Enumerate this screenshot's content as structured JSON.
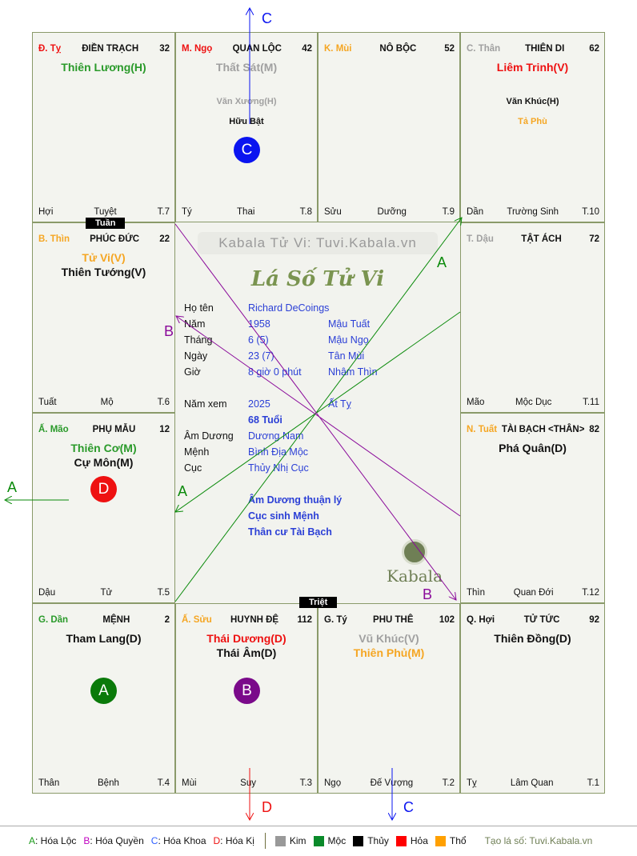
{
  "palaces": [
    {
      "can": "Đ. Tỵ",
      "can_color": "#ee1111",
      "name": "ĐIỀN TRẠCH",
      "num": "32",
      "major": [
        {
          "t": "Thiên Lương(H)",
          "c": "#2a9a2a"
        }
      ],
      "minor": [],
      "badge": null,
      "branch": "Hợi",
      "stage": "Tuyệt",
      "month": "T.7"
    },
    {
      "can": "M. Ngọ",
      "can_color": "#ee1111",
      "name": "QUAN LỘC",
      "num": "42",
      "major": [
        {
          "t": "Thất Sát(M)",
          "c": "#a0a0a0"
        }
      ],
      "minor": [
        {
          "t": "Văn Xương(H)",
          "c": "#a0a0a0"
        },
        {
          "t": "Hữu Bật",
          "c": "#111111"
        }
      ],
      "badge": {
        "t": "C",
        "c": "#0a14f0"
      },
      "branch": "Tý",
      "stage": "Thai",
      "month": "T.8"
    },
    {
      "can": "K. Mùi",
      "can_color": "#f5a623",
      "name": "NÔ BỘC",
      "num": "52",
      "major": [],
      "minor": [],
      "badge": null,
      "branch": "Sửu",
      "stage": "Dưỡng",
      "month": "T.9"
    },
    {
      "can": "C. Thân",
      "can_color": "#a0a0a0",
      "name": "THIÊN DI",
      "num": "62",
      "major": [
        {
          "t": "Liêm Trinh(V)",
          "c": "#ee1111"
        }
      ],
      "minor": [
        {
          "t": "Văn Khúc(H)",
          "c": "#111111"
        },
        {
          "t": "Tả Phù",
          "c": "#f5a623"
        }
      ],
      "badge": null,
      "branch": "Dần",
      "stage": "Trường Sinh",
      "month": "T.10"
    },
    {
      "can": "B. Thìn",
      "can_color": "#f5a623",
      "name": "PHÚC ĐỨC",
      "num": "22",
      "major": [
        {
          "t": "Tử Vi(V)",
          "c": "#f5a623"
        },
        {
          "t": "Thiên Tướng(V)",
          "c": "#111111"
        }
      ],
      "minor": [],
      "badge": null,
      "branch": "Tuất",
      "stage": "Mộ",
      "month": "T.6"
    },
    {
      "can": "T. Dậu",
      "can_color": "#a0a0a0",
      "name": "TẬT ÁCH",
      "num": "72",
      "major": [],
      "minor": [],
      "badge": null,
      "branch": "Mão",
      "stage": "Mộc Dục",
      "month": "T.11"
    },
    {
      "can": "Ấ. Mão",
      "can_color": "#2a9a2a",
      "name": "PHỤ MẪU",
      "num": "12",
      "major": [
        {
          "t": "Thiên Cơ(M)",
          "c": "#2a9a2a"
        },
        {
          "t": "Cự Môn(M)",
          "c": "#111111"
        }
      ],
      "minor": [],
      "badge": {
        "t": "D",
        "c": "#ee1111"
      },
      "branch": "Dậu",
      "stage": "Tử",
      "month": "T.5"
    },
    {
      "can": "N. Tuất",
      "can_color": "#f5a623",
      "name": "TÀI BẠCH <THÂN>",
      "num": "82",
      "major": [
        {
          "t": "Phá Quân(D)",
          "c": "#111111"
        }
      ],
      "minor": [],
      "badge": null,
      "branch": "Thìn",
      "stage": "Quan Đới",
      "month": "T.12"
    },
    {
      "can": "G. Dần",
      "can_color": "#2a9a2a",
      "name": "MỆNH",
      "num": "2",
      "major": [
        {
          "t": "Tham Lang(D)",
          "c": "#111111"
        }
      ],
      "minor": [],
      "badge": {
        "t": "A",
        "c": "#0a7a0a"
      },
      "branch": "Thân",
      "stage": "Bệnh",
      "month": "T.4"
    },
    {
      "can": "Ấ. Sửu",
      "can_color": "#f5a623",
      "name": "HUYNH ĐỆ",
      "num": "112",
      "major": [
        {
          "t": "Thái Dương(D)",
          "c": "#ee1111"
        },
        {
          "t": "Thái Âm(D)",
          "c": "#111111"
        }
      ],
      "minor": [],
      "badge": {
        "t": "B",
        "c": "#7a0a8a"
      },
      "branch": "Mùi",
      "stage": "Suy",
      "month": "T.3"
    },
    {
      "can": "G. Tý",
      "can_color": "#111111",
      "name": "PHU THÊ",
      "num": "102",
      "major": [
        {
          "t": "Vũ Khúc(V)",
          "c": "#a0a0a0"
        },
        {
          "t": "Thiên Phủ(M)",
          "c": "#f5a623"
        }
      ],
      "minor": [],
      "badge": null,
      "branch": "Ngọ",
      "stage": "Đế Vượng",
      "month": "T.2"
    },
    {
      "can": "Q. Hợi",
      "can_color": "#111111",
      "name": "TỬ TỨC",
      "num": "92",
      "major": [
        {
          "t": "Thiên Đồng(D)",
          "c": "#111111"
        }
      ],
      "minor": [],
      "badge": null,
      "branch": "Tỵ",
      "stage": "Lâm Quan",
      "month": "T.1"
    }
  ],
  "tags": {
    "tuan": "Tuần",
    "triet": "Triệt"
  },
  "center": {
    "watermark": "Kabala Tử Vi: Tuvi.Kabala.vn",
    "title": "Lá Số Tử Vi",
    "rows": [
      {
        "k": "Họ tên",
        "v": "Richard DeCoings",
        "v2": ""
      },
      {
        "k": "Năm",
        "v": "1958",
        "v2": "Mậu Tuất"
      },
      {
        "k": "Tháng",
        "v": "6  (5)",
        "v2": "Mậu Ngọ"
      },
      {
        "k": "Ngày",
        "v": "23  (7)",
        "v2": "Tân Mùi"
      },
      {
        "k": "Giờ",
        "v": "8 giờ 0 phút",
        "v2": "Nhâm Thìn"
      },
      {
        "k": "Năm xem",
        "v": "2025",
        "v2": "Ất Tỵ"
      },
      {
        "k": "",
        "v": "68 Tuổi",
        "v2": ""
      },
      {
        "k": "Âm Dương",
        "v": "Dương Nam",
        "v2": ""
      },
      {
        "k": "Mệnh",
        "v": "Bình Địa Mộc",
        "v2": ""
      },
      {
        "k": "Cục",
        "v": "Thủy Nhị Cục",
        "v2": ""
      }
    ],
    "notes": [
      "Âm Dương thuận lý",
      "Cục sinh Mệnh",
      "Thân cư Tài Bạch"
    ],
    "logo": "Kabala"
  },
  "arrow_labels": {
    "a": "A",
    "b": "B",
    "c": "C",
    "d": "D"
  },
  "legend": {
    "hoa": [
      {
        "k": "A",
        "t": ": Hóa Lộc",
        "c": "#1a9a1a"
      },
      {
        "k": "B",
        "t": ": Hóa Quyền",
        "c": "#c000c0"
      },
      {
        "k": "C",
        "t": ": Hóa Khoa",
        "c": "#3060ff"
      },
      {
        "k": "D",
        "t": ": Hóa Kị",
        "c": "#ee1111"
      }
    ],
    "elements": [
      {
        "t": "Kim",
        "c": "#999999"
      },
      {
        "t": "Mộc",
        "c": "#0a8a2a"
      },
      {
        "t": "Thủy",
        "c": "#000000"
      },
      {
        "t": "Hỏa",
        "c": "#ff0000"
      },
      {
        "t": "Thổ",
        "c": "#ffa000"
      }
    ],
    "credit": "Tạo lá số: Tuvi.Kabala.vn"
  }
}
